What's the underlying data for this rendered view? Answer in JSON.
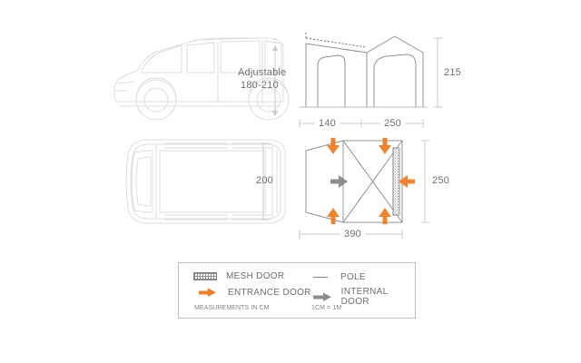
{
  "diagram": {
    "title": "Campervan awning dimension diagram",
    "colors": {
      "background": "#ffffff",
      "outline_light": "#d7d8da",
      "outline_mid": "#9a9c9f",
      "outline_dark": "#6d6e71",
      "dimension_line": "#bcbec0",
      "text": "#6d6e71",
      "entrance_door_orange": "#f07d22",
      "internal_door_grey": "#8a8c8f",
      "mesh_hatch": "#8c8e91",
      "legend_border": "#bcbec0"
    },
    "van_side_view": {
      "name": "van-side-view",
      "annotation_line_1": "Adjustable",
      "annotation_line_2": "180-210"
    },
    "van_top_view": {
      "name": "van-top-view",
      "width_label": "200"
    },
    "awning_elevation": {
      "name": "awning-elevation-view",
      "height_label": "215",
      "depth_label_annex": "140",
      "depth_label_main": "250"
    },
    "awning_plan": {
      "name": "awning-plan-view",
      "width_label": "250",
      "total_length_label": "390",
      "entrance_doors": 4,
      "internal_doors": 1,
      "mesh_doors": 1
    },
    "legend": {
      "items": [
        {
          "key": "mesh-door",
          "label": "MESH DOOR",
          "swatch": "mesh-hatch-swatch"
        },
        {
          "key": "entrance-door",
          "label": "ENTRANCE DOOR",
          "swatch": "orange-arrow-icon"
        },
        {
          "key": "pole",
          "label": "POLE",
          "swatch": "pole-line-swatch"
        },
        {
          "key": "internal-door",
          "label": "INTERNAL DOOR",
          "swatch": "grey-arrow-icon"
        }
      ],
      "note_units": "MEASUREMENTS IN CM",
      "note_scale": "1CM = 1M"
    }
  }
}
